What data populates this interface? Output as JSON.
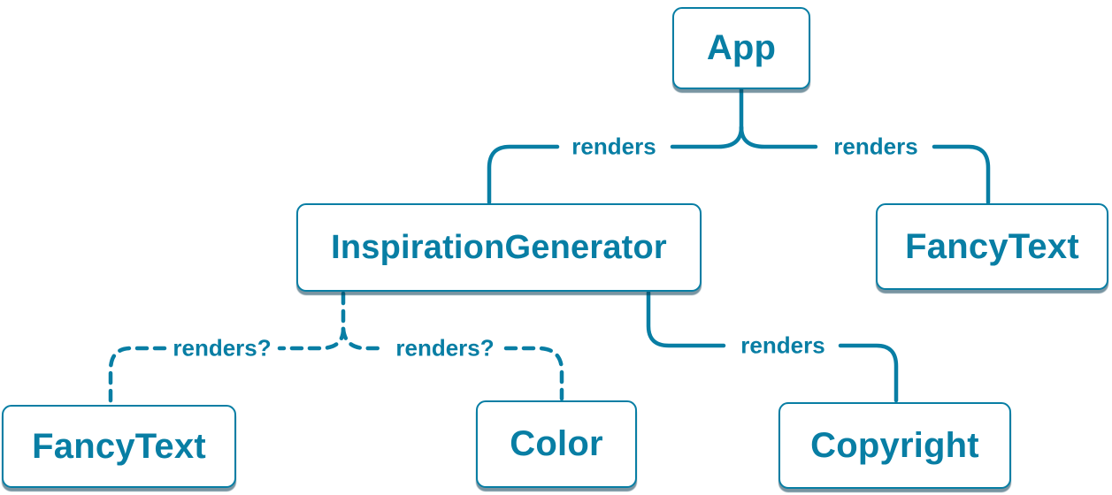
{
  "diagram": {
    "description": "Component render tree",
    "accent_color": "#087ea4",
    "background_color": "#ffffff",
    "node_fill": "#ffffff",
    "shadow_color": "rgba(10,60,84,0.55)",
    "nodes": [
      {
        "id": "app",
        "label": "App"
      },
      {
        "id": "inspiration-generator",
        "label": "InspirationGenerator"
      },
      {
        "id": "fancy-text-top",
        "label": "FancyText"
      },
      {
        "id": "fancy-text-bottom",
        "label": "FancyText"
      },
      {
        "id": "color",
        "label": "Color"
      },
      {
        "id": "copyright",
        "label": "Copyright"
      }
    ],
    "edges": [
      {
        "from": "app",
        "to": "inspiration-generator",
        "label": "renders",
        "style": "solid"
      },
      {
        "from": "app",
        "to": "fancy-text-top",
        "label": "renders",
        "style": "solid"
      },
      {
        "from": "inspiration-generator",
        "to": "fancy-text-bottom",
        "label": "renders?",
        "style": "dashed"
      },
      {
        "from": "inspiration-generator",
        "to": "color",
        "label": "renders?",
        "style": "dashed"
      },
      {
        "from": "inspiration-generator",
        "to": "copyright",
        "label": "renders",
        "style": "solid"
      }
    ]
  }
}
